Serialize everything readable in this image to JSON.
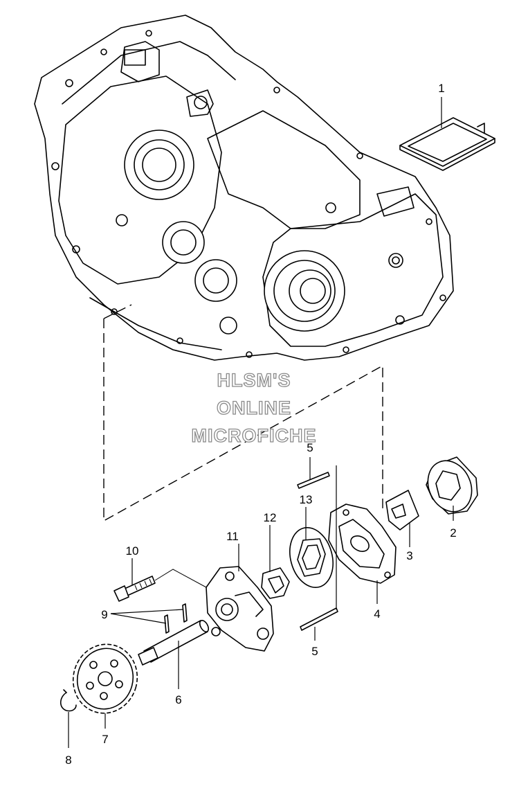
{
  "watermark": {
    "lines": [
      "HLSM'S",
      "ONLINE",
      "MICROFICHE"
    ]
  },
  "callouts": {
    "c1": "1",
    "c2": "2",
    "c3": "3",
    "c4": "4",
    "c5a": "5",
    "c5b": "5",
    "c6": "6",
    "c7": "7",
    "c8": "8",
    "c9": "9",
    "c10": "10",
    "c11": "11",
    "c12": "12",
    "c13": "13"
  }
}
